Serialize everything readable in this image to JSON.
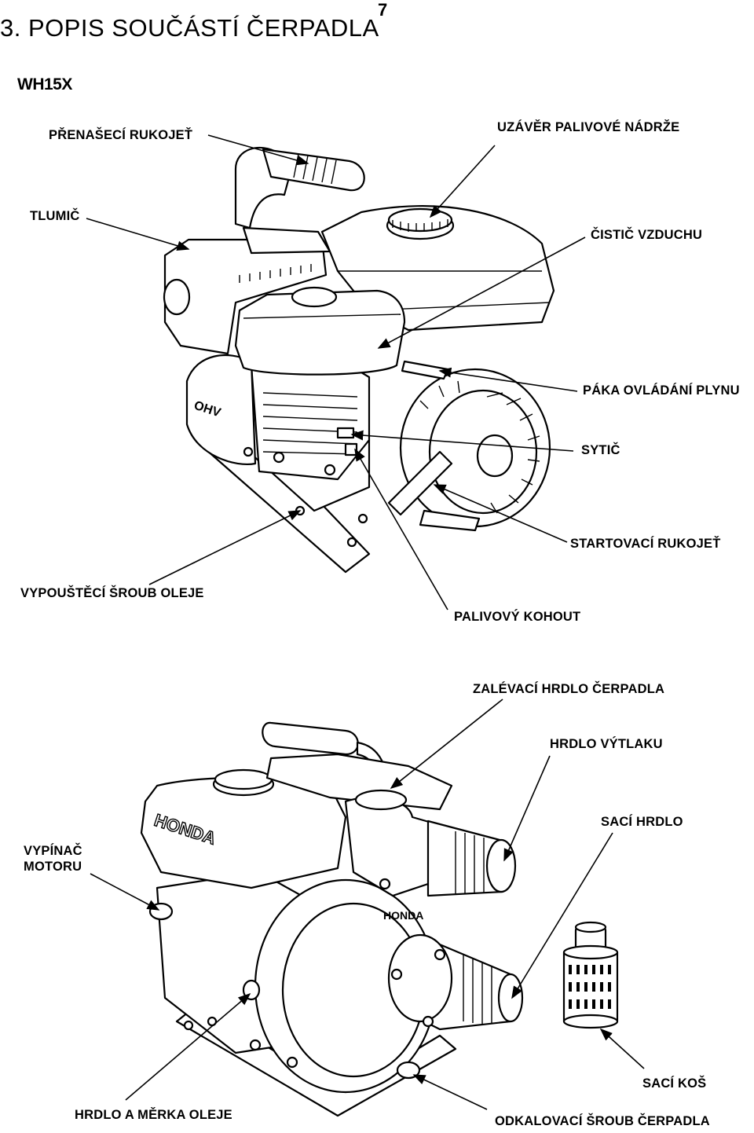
{
  "page": {
    "title": "3. POPIS SOUČÁSTÍ ČERPADLA",
    "page_number": "7",
    "model": "WH15X"
  },
  "diagram_top": {
    "labels": {
      "carry_handle": "PŘENAŠECÍ RUKOJEŤ",
      "fuel_cap": "UZÁVĚR PALIVOVÉ NÁDRŽE",
      "muffler": "TLUMIČ",
      "air_cleaner": "ČISTIČ VZDUCHU",
      "throttle_lever": "PÁKA OVLÁDÁNÍ PLYNU",
      "choke": "SYTIČ",
      "starter_grip": "STARTOVACÍ RUKOJEŤ",
      "oil_drain": "VYPOUŠTĚCÍ ŠROUB OLEJE",
      "fuel_valve": "PALIVOVÝ KOHOUT"
    },
    "engine_marking": "OHV"
  },
  "diagram_bottom": {
    "labels": {
      "priming_port": "ZALÉVACÍ HRDLO ČERPADLA",
      "discharge_port": "HRDLO VÝTLAKU",
      "suction_port": "SACÍ HRDLO",
      "engine_switch": "VYPÍNAČ MOTORU",
      "oil_filler": "HRDLO A MĚRKA OLEJE",
      "strainer": "SACÍ KOŠ",
      "drain_plug": "ODKALOVACÍ ŠROUB ČERPADLA"
    },
    "brand_marking": "HONDA",
    "pump_marking": "HONDA"
  }
}
